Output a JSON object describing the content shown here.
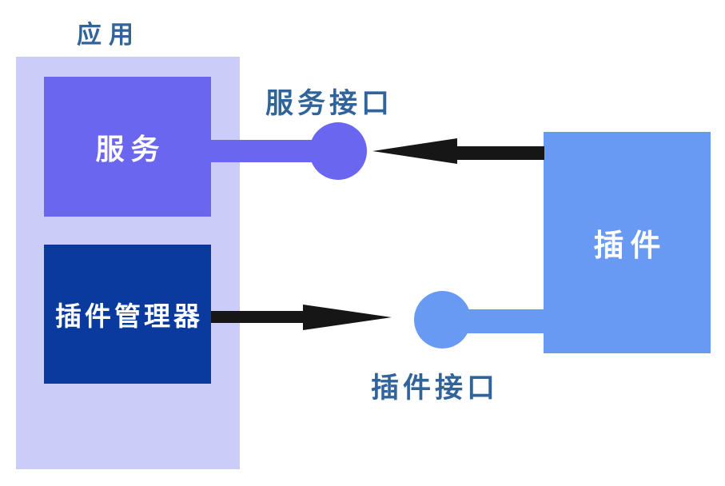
{
  "diagram": {
    "nodes": {
      "application": {
        "label": "应用"
      },
      "service": {
        "label": "服务"
      },
      "plugin_manager": {
        "label": "插件管理器"
      },
      "plugin": {
        "label": "插件"
      }
    },
    "interfaces": {
      "service_interface": {
        "label": "服务接口"
      },
      "plugin_interface": {
        "label": "插件接口"
      }
    },
    "arrows": [
      {
        "from": "plugin",
        "to": "service_interface",
        "direction": "left"
      },
      {
        "from": "plugin_manager",
        "to": "plugin_interface",
        "direction": "right"
      }
    ],
    "colors": {
      "application_container": "#cbccf7",
      "service_box": "#6a66ef",
      "plugin_manager_box": "#0a3a9d",
      "plugin_box": "#689af3",
      "service_interface_connector": "#6a66ef",
      "plugin_interface_connector": "#689af3",
      "arrow": "#161616",
      "label_text": "#30649a",
      "box_text": "#ffffff",
      "background": "#ffffff"
    }
  }
}
